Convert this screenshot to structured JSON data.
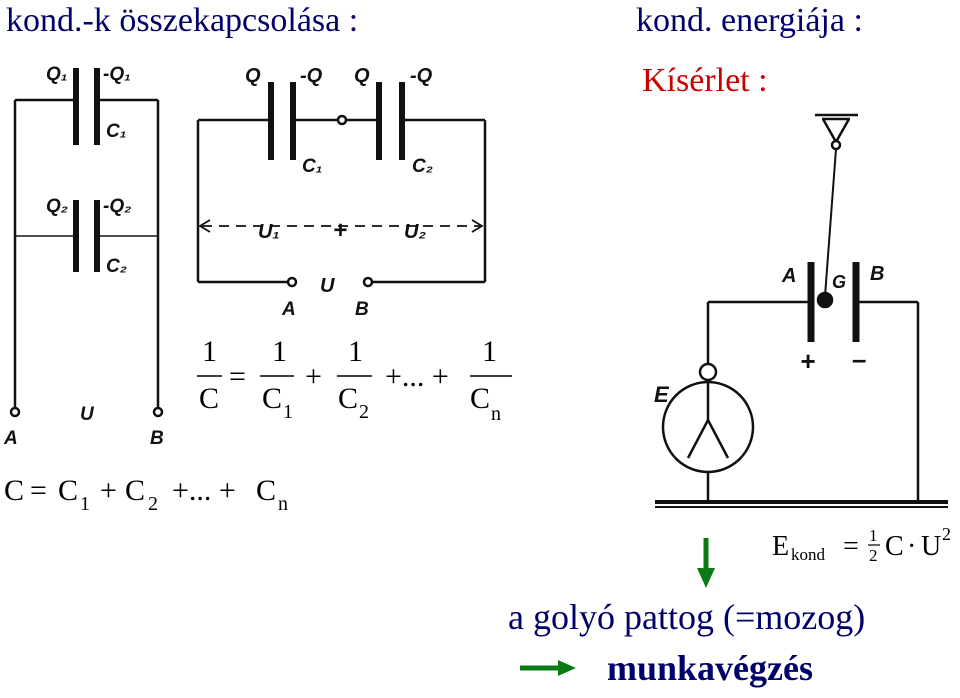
{
  "titles": {
    "left": "kond.-k összekapcsolása :",
    "right": "kond. energiája :",
    "experiment": "Kísérlet :"
  },
  "parallel": {
    "q1": "Q₁",
    "mq1": "-Q₁",
    "c1": "C₁",
    "q2": "Q₂",
    "mq2": "-Q₂",
    "c2": "C₂",
    "a": "A",
    "u": "U",
    "b": "B"
  },
  "series": {
    "q_left": "Q",
    "mq_left": "-Q",
    "q_right": "Q",
    "mq_right": "-Q",
    "c1": "C₁",
    "c2": "C₂",
    "u1": "U₁",
    "plus": "+",
    "u2": "U₂",
    "a": "A",
    "u": "U",
    "b": "B"
  },
  "formula_series": {
    "lhs_num": "1",
    "lhs_den": "C",
    "eq": "=",
    "t1_num": "1",
    "t1_den": "C",
    "t1_sub": "1",
    "plus": "+",
    "t2_num": "1",
    "t2_den": "C",
    "t2_sub": "2",
    "dots": "+... +",
    "tn_num": "1",
    "tn_den": "C",
    "tn_sub": "n"
  },
  "formula_parallel": {
    "c": "C",
    "eq": "=",
    "c1": "C",
    "s1": "1",
    "p1": "+",
    "c2": "C",
    "s2": "2",
    "dots": "+... +",
    "cn": "C",
    "sn": "n"
  },
  "experiment": {
    "a": "A",
    "g": "G",
    "b": "B",
    "plus": "+",
    "minus": "–",
    "e": "E"
  },
  "energy": {
    "e": "E",
    "sub": "kond",
    "eq": "=",
    "num": "1",
    "den": "2",
    "c": "C",
    "dot": "·",
    "u": "U",
    "exp": "2"
  },
  "conclusion": {
    "line1": "a golyó pattog (=mozog)",
    "line2": "munkavégzés"
  },
  "colors": {
    "title": "#00006a",
    "red": "#cc0000",
    "arrow": "#0a7a14"
  }
}
